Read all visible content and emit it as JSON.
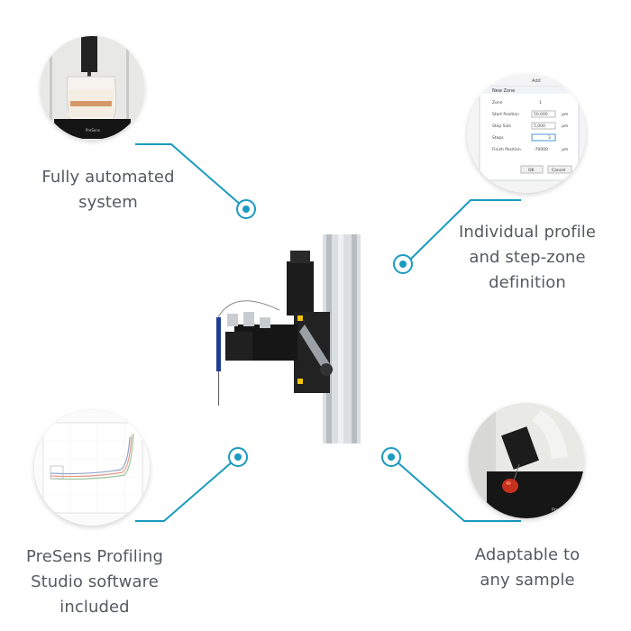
{
  "accent_color": "#1a9bbf",
  "features": {
    "top_left": {
      "lines": [
        "Fully automated",
        "system"
      ]
    },
    "top_right": {
      "lines": [
        "Individual profile",
        "and step-zone",
        "definition"
      ]
    },
    "bottom_left": {
      "lines": [
        "PreSens Profiling",
        "Studio software",
        "included"
      ]
    },
    "bottom_right": {
      "lines": [
        "Adaptable to",
        "any sample"
      ]
    }
  },
  "dialog_thumbnail": {
    "window_title": "Add",
    "dialog_title": "New Zone",
    "rows": [
      {
        "label": "Zone",
        "value": "1",
        "unit": ""
      },
      {
        "label": "Start Position",
        "value": "50,000",
        "unit": "µm"
      },
      {
        "label": "Step Size",
        "value": "5,000",
        "unit": "µm"
      },
      {
        "label": "Steps",
        "value": "3",
        "unit": ""
      },
      {
        "label": "Finish Position",
        "value": "-70000",
        "unit": "µm"
      }
    ],
    "ok_label": "OK",
    "cancel_label": "Cancel"
  },
  "logo_text": "PreSens"
}
